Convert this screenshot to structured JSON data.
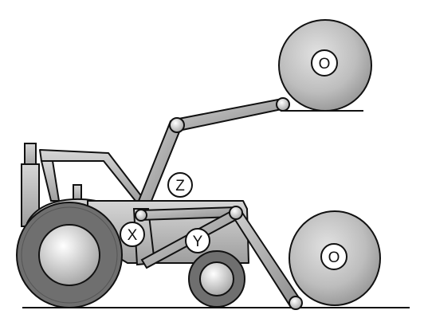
{
  "labels": {
    "upper_bale": "O",
    "lower_bale": "O",
    "pivot_z": "Z",
    "pivot_x": "X",
    "pivot_y": "Y"
  },
  "colors": {
    "line": "#111111",
    "body": "#c4c4c4",
    "body_dark": "#9a9a9a",
    "bale": "#b9b9b9",
    "tire": "#6b6b6b",
    "hub": "#dcdcdc",
    "label_fill": "#ffffff"
  }
}
